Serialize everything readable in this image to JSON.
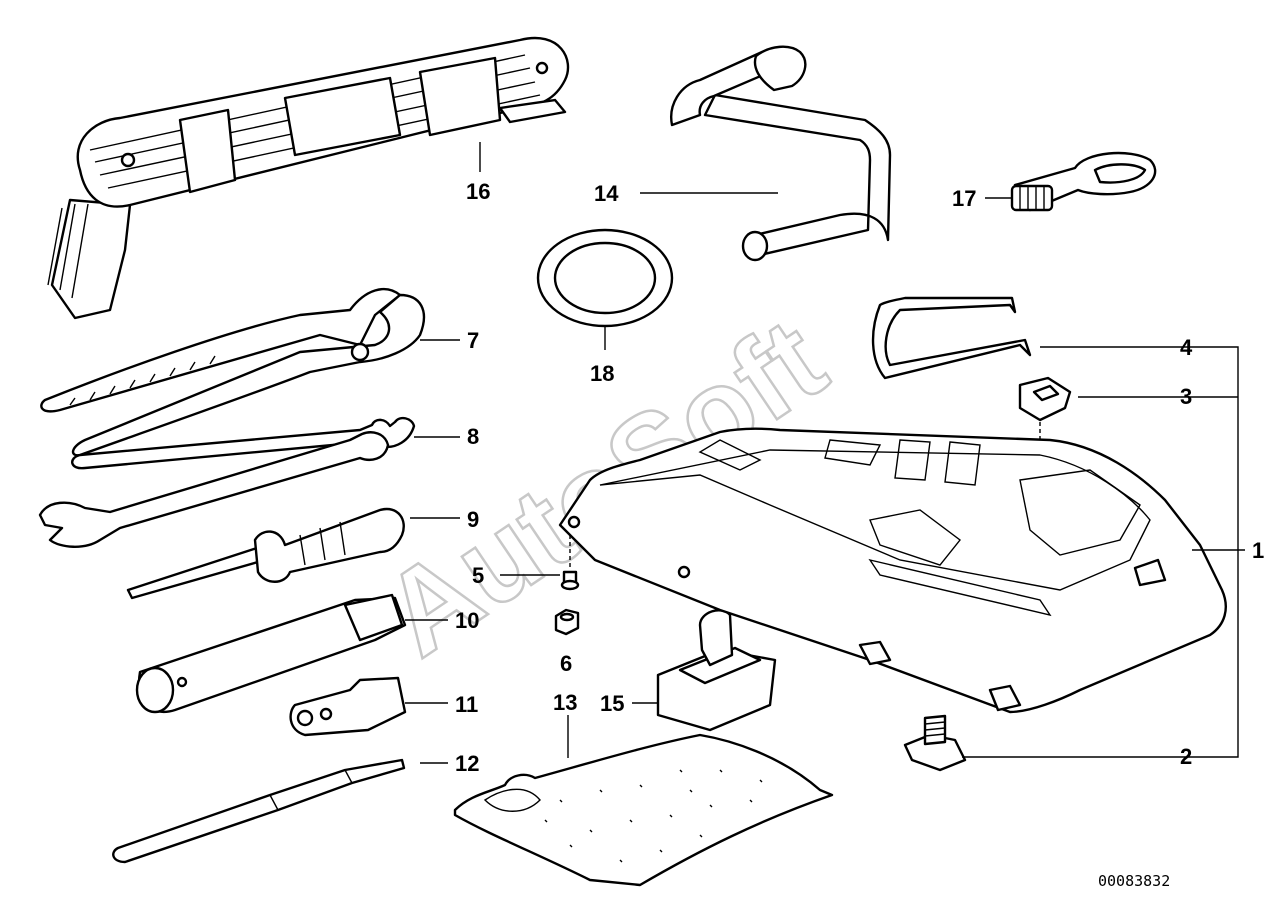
{
  "diagram": {
    "callouts": {
      "c1": "1",
      "c2": "2",
      "c3": "3",
      "c4": "4",
      "c5": "5",
      "c6": "6",
      "c7": "7",
      "c8": "8",
      "c9": "9",
      "c10": "10",
      "c11": "11",
      "c12": "12",
      "c13": "13",
      "c14": "14",
      "c15": "15",
      "c16": "16",
      "c17": "17",
      "c18": "18"
    },
    "reference_number": "00083832"
  },
  "watermark": {
    "text": "AutoSoft"
  }
}
